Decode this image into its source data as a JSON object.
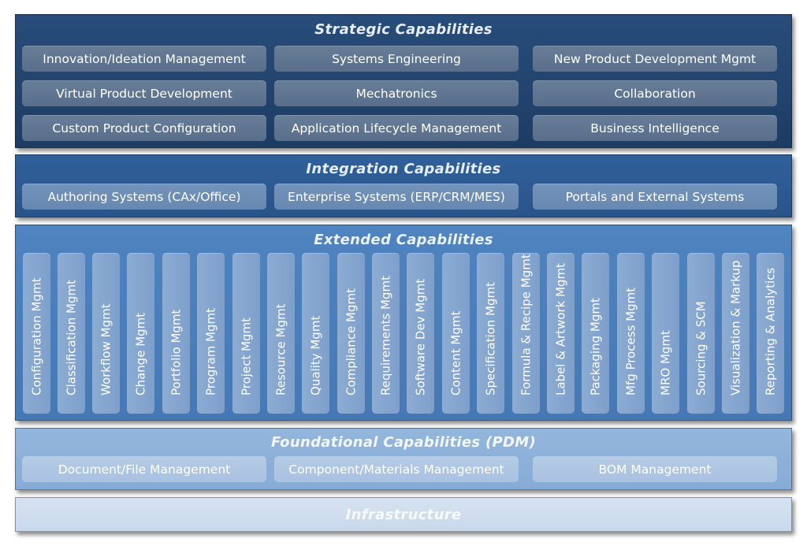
{
  "strategic": {
    "title": "Strategic Capabilities",
    "items": [
      "Innovation/Ideation Management",
      "Systems Engineering",
      "New Product Development Mgmt",
      "Virtual Product Development",
      "Mechatronics",
      "Collaboration",
      "Custom Product Configuration",
      "Application Lifecycle Management",
      "Business Intelligence"
    ]
  },
  "integration": {
    "title": "Integration Capabilities",
    "items": [
      "Authoring Systems (CAx/Office)",
      "Enterprise Systems (ERP/CRM/MES)",
      "Portals and External Systems"
    ]
  },
  "extended": {
    "title": "Extended Capabilities",
    "items": [
      "Configuration Mgmt",
      "Classification Mgmt",
      "Workflow Mgmt",
      "Change Mgmt",
      "Portfolio Mgmt",
      "Program Mgmt",
      "Project Mgmt",
      "Resource Mgmt",
      "Quality Mgmt",
      "Compliance Mgmt",
      "Requirements Mgmt",
      "Software Dev Mgmt",
      "Content Mgmt",
      "Specification Mgmt",
      "Formula & Recipe Mgmt",
      "Label & Artwork Mgmt",
      "Packaging Mgmt",
      "Mfg Process Mgmt",
      "MRO Mgmt",
      "Sourcing & SCM",
      "Visualization & Markup",
      "Reporting & Analytics"
    ]
  },
  "foundational": {
    "title": "Foundational Capabilities (PDM)",
    "items": [
      "Document/File Management",
      "Component/Materials Management",
      "BOM Management"
    ]
  },
  "infrastructure": {
    "title": "Infrastructure"
  }
}
